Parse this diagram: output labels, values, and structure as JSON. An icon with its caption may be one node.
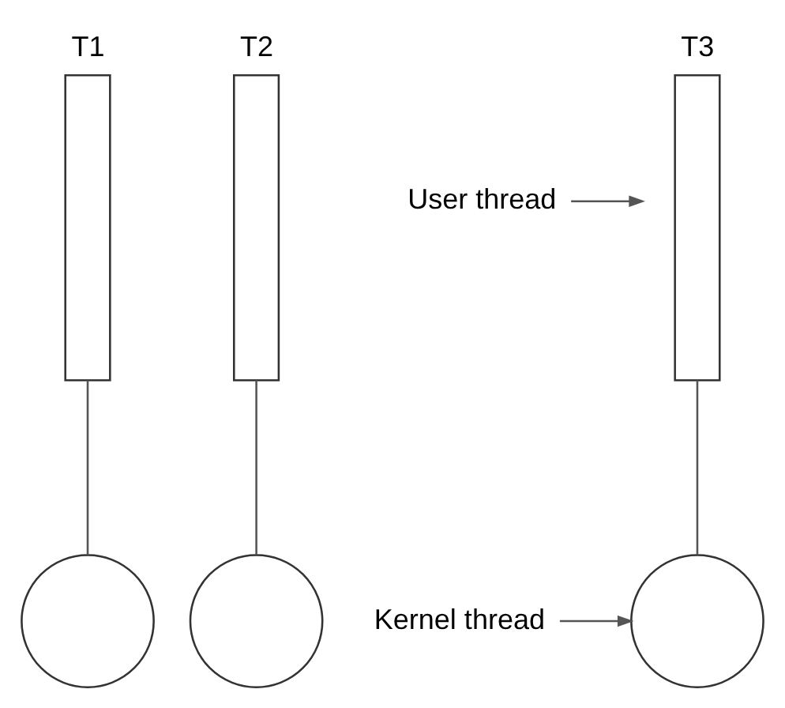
{
  "diagram": {
    "nodes": [
      {
        "text": [
          "T1"
        ]
      },
      {
        "text": [
          "T2"
        ]
      },
      {
        "text": [
          "T3"
        ]
      },
      {
        "text": [],
        "shape": "circle"
      },
      {
        "text": [],
        "shape": "circle"
      },
      {
        "text": [],
        "shape": "circle"
      },
      {
        "text": [
          "User thread"
        ]
      },
      {
        "text": [
          "Kernel thread"
        ]
      }
    ],
    "edges": [
      {
        "from": 0,
        "to": 3,
        "arrow": "none"
      },
      {
        "from": 1,
        "to": 4,
        "arrow": "none"
      },
      {
        "from": 2,
        "to": 5,
        "arrow": "none"
      },
      {
        "from": 6,
        "to": 2,
        "arrow": "to"
      },
      {
        "from": 7,
        "to": 5,
        "arrow": "to"
      }
    ]
  }
}
